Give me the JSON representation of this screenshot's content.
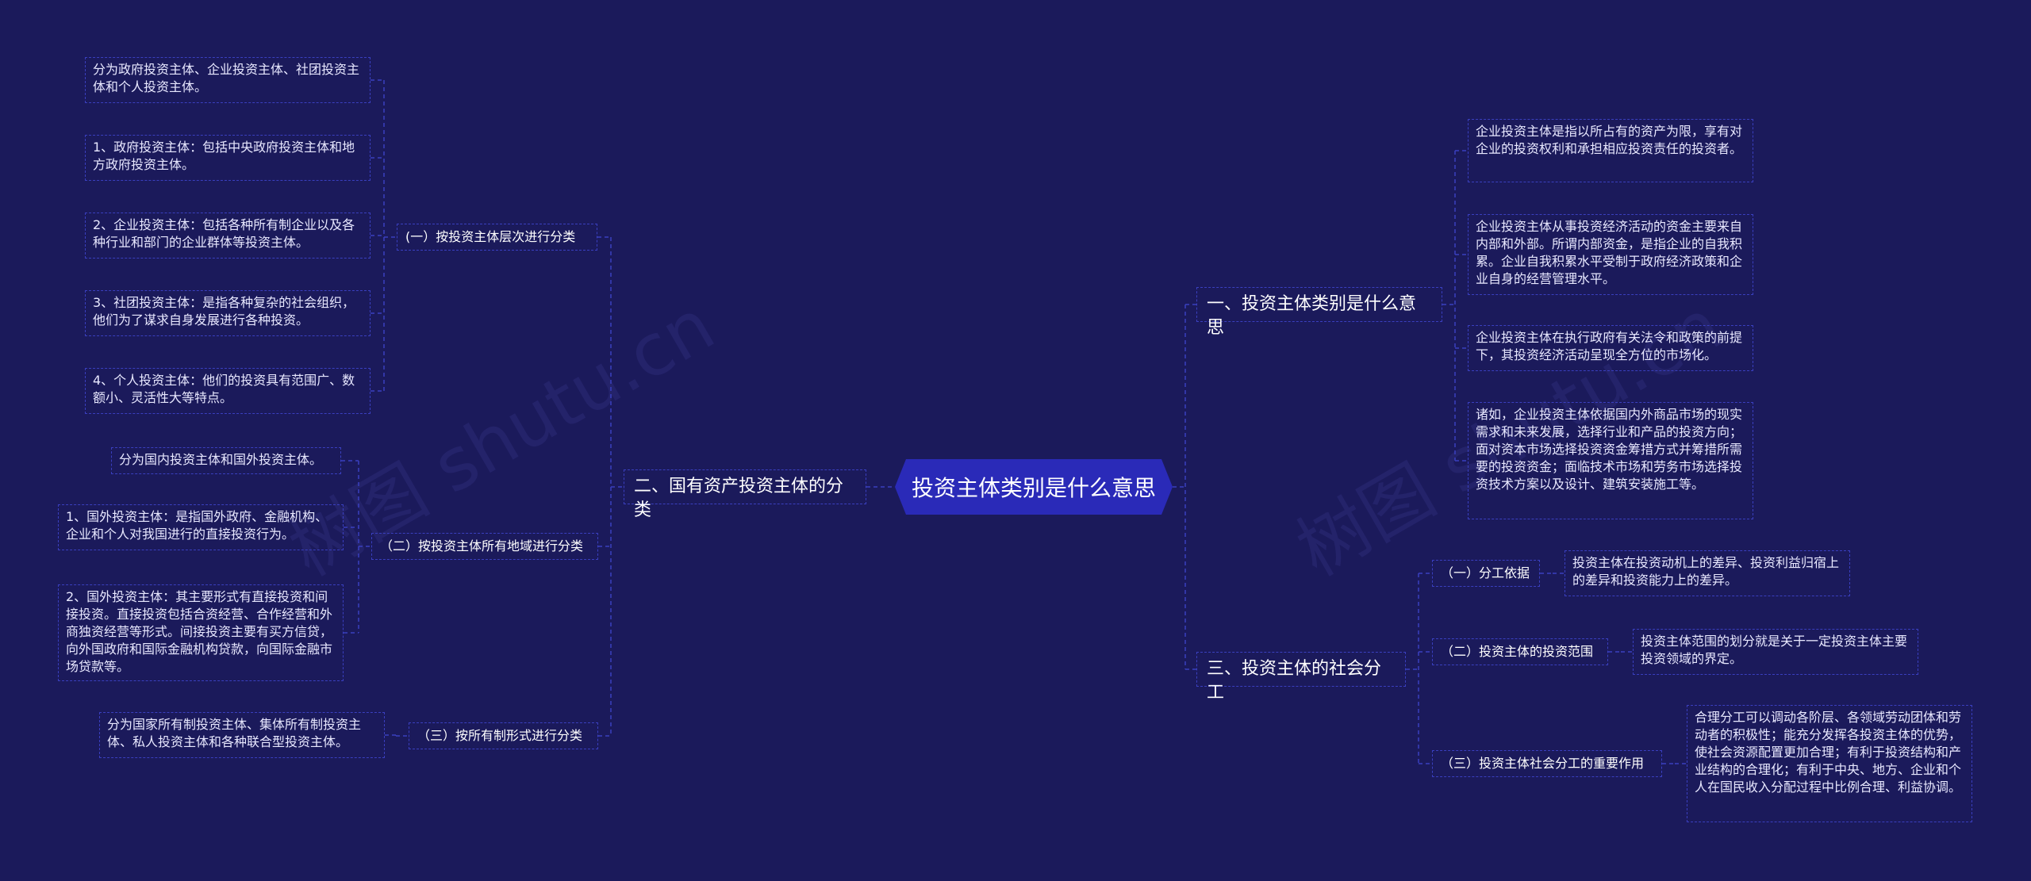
{
  "root": "投资主体类别是什么意思",
  "watermark": "树图 shutu.cn",
  "left": {
    "topic": "二、国有资产投资主体的分类",
    "groups": [
      {
        "label": "(一）按投资主体层次进行分类",
        "items": [
          "分为政府投资主体、企业投资主体、社团投资主体和个人投资主体。",
          "1、政府投资主体：包括中央政府投资主体和地方政府投资主体。",
          "2、企业投资主体：包括各种所有制企业以及各种行业和部门的企业群体等投资主体。",
          "3、社团投资主体：是指各种复杂的社会组织，他们为了谋求自身发展进行各种投资。",
          "4、个人投资主体：他们的投资具有范围广、数额小、灵活性大等特点。"
        ]
      },
      {
        "label": "（二）按投资主体所有地域进行分类",
        "items": [
          "分为国内投资主体和国外投资主体。",
          "1、国外投资主体：是指国外政府、金融机构、企业和个人对我国进行的直接投资行为。",
          "2、国外投资主体：其主要形式有直接投资和间接投资。直接投资包括合资经营、合作经营和外商独资经营等形式。间接投资主要有买方信贷，向外国政府和国际金融机构贷款，向国际金融市场贷款等。"
        ]
      },
      {
        "label": "（三）按所有制形式进行分类",
        "items": [
          "分为国家所有制投资主体、集体所有制投资主体、私人投资主体和各种联合型投资主体。"
        ]
      }
    ]
  },
  "right": {
    "topic1": "一、投资主体类别是什么意思",
    "items1": [
      "企业投资主体是指以所占有的资产为限，享有对企业的投资权利和承担相应投资责任的投资者。",
      "企业投资主体从事投资经济活动的资金主要来自内部和外部。所谓内部资金，是指企业的自我积累。企业自我积累水平受制于政府经济政策和企业自身的经营管理水平。",
      "企业投资主体在执行政府有关法令和政策的前提下，其投资经济活动呈现全方位的市场化。",
      "诸如，企业投资主体依据国内外商品市场的现实需求和未来发展，选择行业和产品的投资方向；面对资本市场选择投资资金筹措方式并筹措所需要的投资资金；面临技术市场和劳务市场选择投资技术方案以及设计、建筑安装施工等。"
    ],
    "topic3": "三、投资主体的社会分工",
    "groups3": [
      {
        "label": "（一）分工依据",
        "text": "投资主体在投资动机上的差异、投资利益归宿上的差异和投资能力上的差异。"
      },
      {
        "label": "（二）投资主体的投资范围",
        "text": "投资主体范围的划分就是关于一定投资主体主要投资领域的界定。"
      },
      {
        "label": "（三）投资主体社会分工的重要作用",
        "text": "合理分工可以调动各阶层、各领域劳动团体和劳动者的积极性；能充分发挥各投资主体的优势，使社会资源配置更加合理；有利于投资结构和产业结构的合理化；有利于中央、地方、企业和个人在国民收入分配过程中比例合理、利益协调。"
      }
    ]
  },
  "colors": {
    "background": "#1b1a5b",
    "root": "#2a2ab8",
    "line": "#3a3fbf"
  }
}
